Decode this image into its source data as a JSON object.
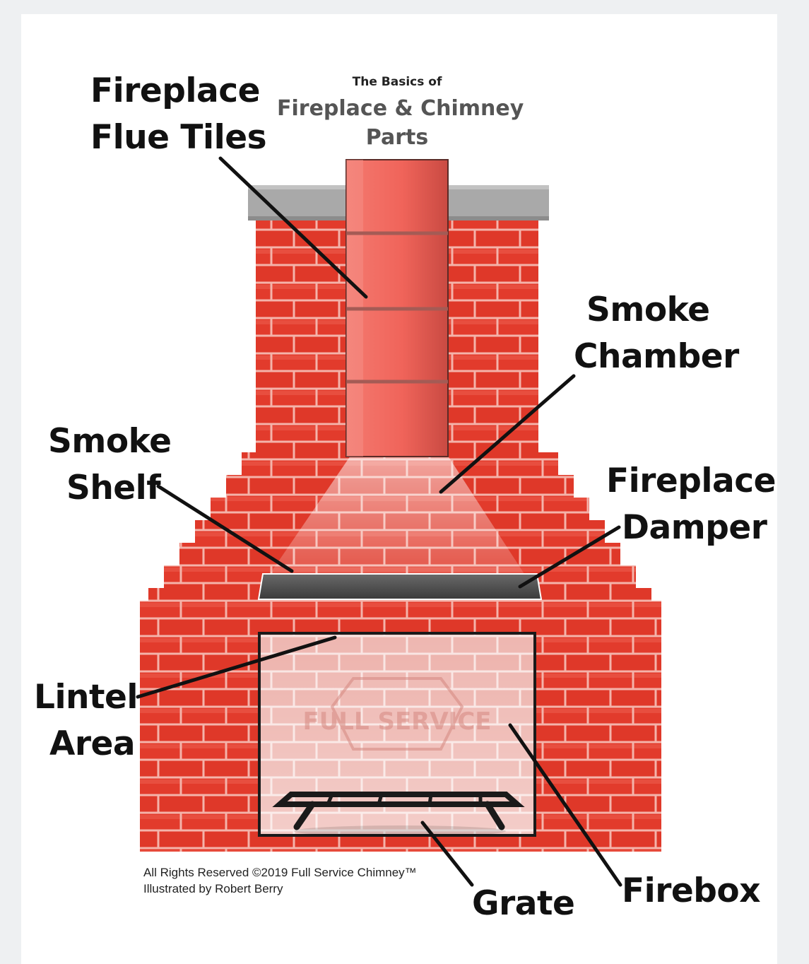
{
  "title": {
    "line1": "The Basics of",
    "line2": "Fireplace & Chimney",
    "line3": "Parts"
  },
  "labels": {
    "flue_tiles": [
      "Fireplace",
      "Flue Tiles"
    ],
    "smoke_chamber": [
      "Smoke",
      "Chamber"
    ],
    "smoke_shelf": [
      "Smoke",
      "Shelf"
    ],
    "damper": [
      "Fireplace",
      "Damper"
    ],
    "lintel": [
      "Lintel",
      "Area"
    ],
    "grate": "Grate",
    "firebox": "Firebox"
  },
  "watermark": "FULL SERVICE",
  "credits": {
    "line1": "All Rights Reserved ©2019 Full Service Chimney™",
    "line2": "Illustrated by Robert Berry"
  },
  "colors": {
    "brick": "#e23b2c",
    "mortar": "#f4b3aa",
    "flue": "#ef5f55",
    "cap": "#a9a9a9",
    "damper": "#4a4a4a",
    "lines": "#111111"
  }
}
